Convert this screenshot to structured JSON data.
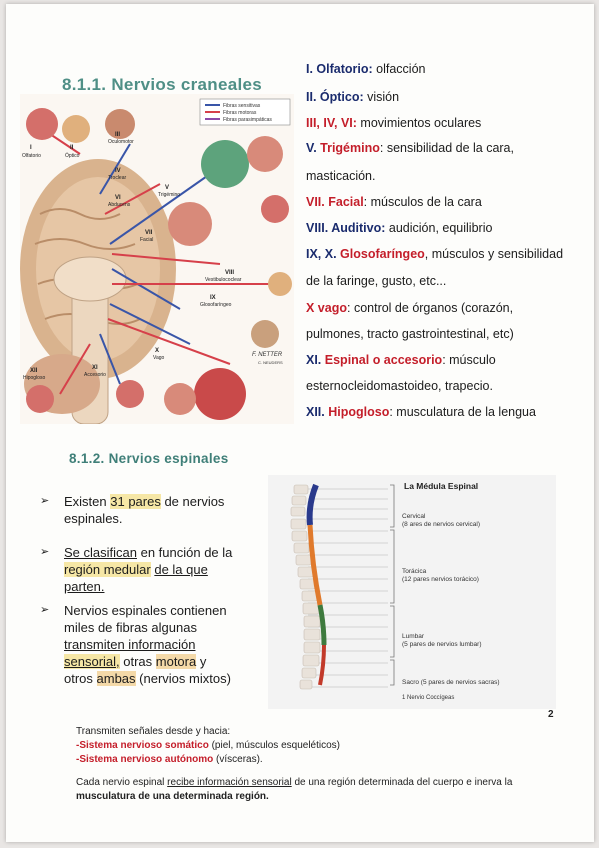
{
  "section1_title": "8.1.1. Nervios craneales",
  "cranial_nerves": [
    {
      "num": "I. Olfatorio:",
      "name": "",
      "text": " olfacción",
      "num_style": "cn-num"
    },
    {
      "num": "II. Óptico:",
      "name": "",
      "text": " visión",
      "num_style": "cn-num"
    },
    {
      "num": "III, IV, VI:",
      "name": "",
      "text": "  movimientos oculares",
      "num_style": "cn-rnum"
    },
    {
      "num": "V. ",
      "name": "Trigémino",
      "text": ": sensibilidad de la cara,",
      "num_style": "cn-num"
    },
    {
      "num": "",
      "name": "",
      "text": "masticación.",
      "num_style": "cn-num"
    },
    {
      "num": "VII. ",
      "name": "Facial",
      "text": ": músculos de la cara",
      "num_style": "cn-rnum"
    },
    {
      "num": "VIII. Auditivo:",
      "name": "",
      "text": " audición, equilibrio",
      "num_style": "cn-num"
    },
    {
      "num": "IX, X. ",
      "name": "Glosofaríngeo",
      "text": ", músculos y sensibilidad",
      "num_style": "cn-num"
    },
    {
      "num": "",
      "name": "",
      "text": "de la faringe, gusto, etc...",
      "num_style": "cn-num"
    },
    {
      "num": "X vago",
      "name": "",
      "text": ": control de órganos (corazón,",
      "num_style": "cn-num"
    },
    {
      "num": "",
      "name": "",
      "text": "pulmones, tracto gastrointestinal, etc)",
      "num_style": "cn-num"
    },
    {
      "num": "XI. ",
      "name": "Espinal o accesorio",
      "text": ": músculo",
      "num_style": "cn-num"
    },
    {
      "num": "",
      "name": "",
      "text": "esternocleidomastoideo, trapecio.",
      "num_style": "cn-num"
    },
    {
      "num": "XII. ",
      "name": "Hipogloso",
      "text": ": musculatura de la lengua",
      "num_style": "cn-num"
    }
  ],
  "fig1_labels": {
    "legend": [
      "Fibras sensitivas",
      "Fibras motoras",
      "Fibras parasimpáticas"
    ],
    "roman": [
      "III",
      "IV",
      "V",
      "VI",
      "VII",
      "VIII",
      "IX",
      "X",
      "XI",
      "XII"
    ],
    "nerve_names": [
      "Oculomotor",
      "Troclear",
      "Trigémino",
      "Abducens",
      "Facial",
      "Vestibulococlear",
      "Glosofaríngeo",
      "Vago",
      "Accesorio",
      "Hipogloso"
    ],
    "left_labels": [
      "I",
      "Olfatorio",
      "II",
      "Óptico"
    ],
    "signature": "F. NETTER",
    "signature_small": "C. NEUDERS"
  },
  "section2_title": "8.1.2. Nervios espinales",
  "bullets": {
    "b1_pre": "Existen ",
    "b1_hl": "31 pares",
    "b1_post": " de nervios",
    "b1_line2": "espinales.",
    "b2_ul": "Se clasifican",
    "b2_post": " en función de la",
    "b2_hl": "región medular",
    "b2_mid": " ",
    "b2_ul2": "de la que",
    "b2_ul3": "parten.",
    "b3_l1": "Nervios espinales contienen",
    "b3_l2": "miles de fibras algunas",
    "b3_l3": "transmiten información",
    "b3_l4": "sensorial,",
    "b3_l4b": "  otras ",
    "b3_l4c": "motora",
    "b3_l4d": " y",
    "b3_l5": "otros ",
    "b3_l5b": "ambas",
    "b3_l5c": " (nervios mixtos)",
    "mark": "➢"
  },
  "fig2": {
    "title": "La Médula Espinal",
    "cervical": "Cervical",
    "cervical_sub": "(8 ares de nervios cervical)",
    "toracica": "Torácica",
    "toracica_sub": "(12 pares nervios torácico)",
    "lumbar": "Lumbar",
    "lumbar_sub": "(5 pares de nervios lumbar)",
    "sacro": "Sacro (5 pares de nervios sacras)",
    "coccigeo": "1 Nervio Coccígeas"
  },
  "page_number": "2",
  "para1": {
    "l1": "Transmiten señales desde y hacia:",
    "l2_red": "-Sistema nervioso somático",
    "l2_rest": " (piel, músculos esqueléticos)",
    "l3_red": "-Sistema nervioso autónomo",
    "l3_rest": " (vísceras)."
  },
  "para2": {
    "pre": "Cada nervio espinal ",
    "ul": "recibe información sensorial",
    "post": " de una región determinada del cuerpo e inerva la",
    "line2": "musculatura de una determinada región."
  },
  "colors": {
    "teal_title": "#4f8f86",
    "navy": "#1a2b6d",
    "red": "#c41e2a",
    "highlight": "#f6e7a6"
  }
}
